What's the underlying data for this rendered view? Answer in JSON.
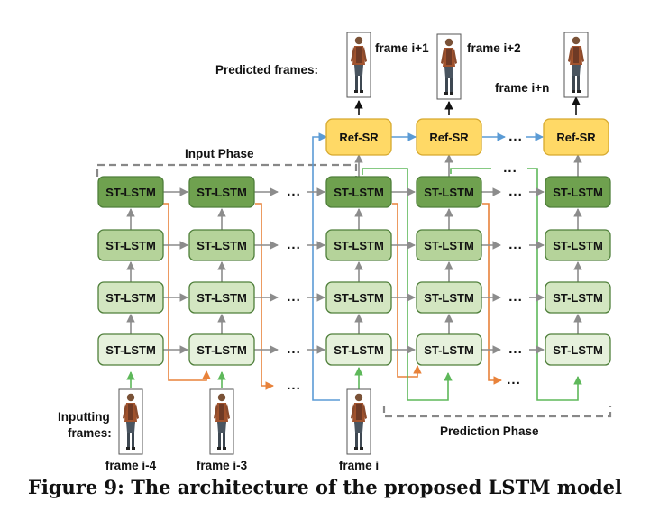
{
  "labels": {
    "predicted_frames": "Predicted frames:",
    "inputting_frames_line1": "Inputting",
    "inputting_frames_line2": "frames:",
    "input_phase": "Input Phase",
    "prediction_phase": "Prediction Phase",
    "ellipsis": "...",
    "lstm_cell": "ST-LSTM",
    "ref_sr": "Ref-SR"
  },
  "frames": {
    "inputs": [
      "frame i-4",
      "frame i-3",
      "frame i"
    ],
    "predicted": [
      "frame i+1",
      "frame i+2",
      "frame i+n"
    ]
  },
  "caption": "Figure 9: The architecture of the proposed LSTM model",
  "colors": {
    "lstm_top": "#6fa14f",
    "lstm_mid": "#b5d39a",
    "lstm_low": "#d3e6c1",
    "lstm_bottom": "#e6f1dc",
    "lstm_border": "#4f7f3a",
    "refsr_fill": "#ffd966",
    "refsr_border": "#d6a92e",
    "arrow_gray": "#8c8c8c",
    "arrow_orange": "#e8823a",
    "arrow_green": "#5eb85a",
    "arrow_blue": "#5b9bd5",
    "phase_border": "#888888"
  }
}
